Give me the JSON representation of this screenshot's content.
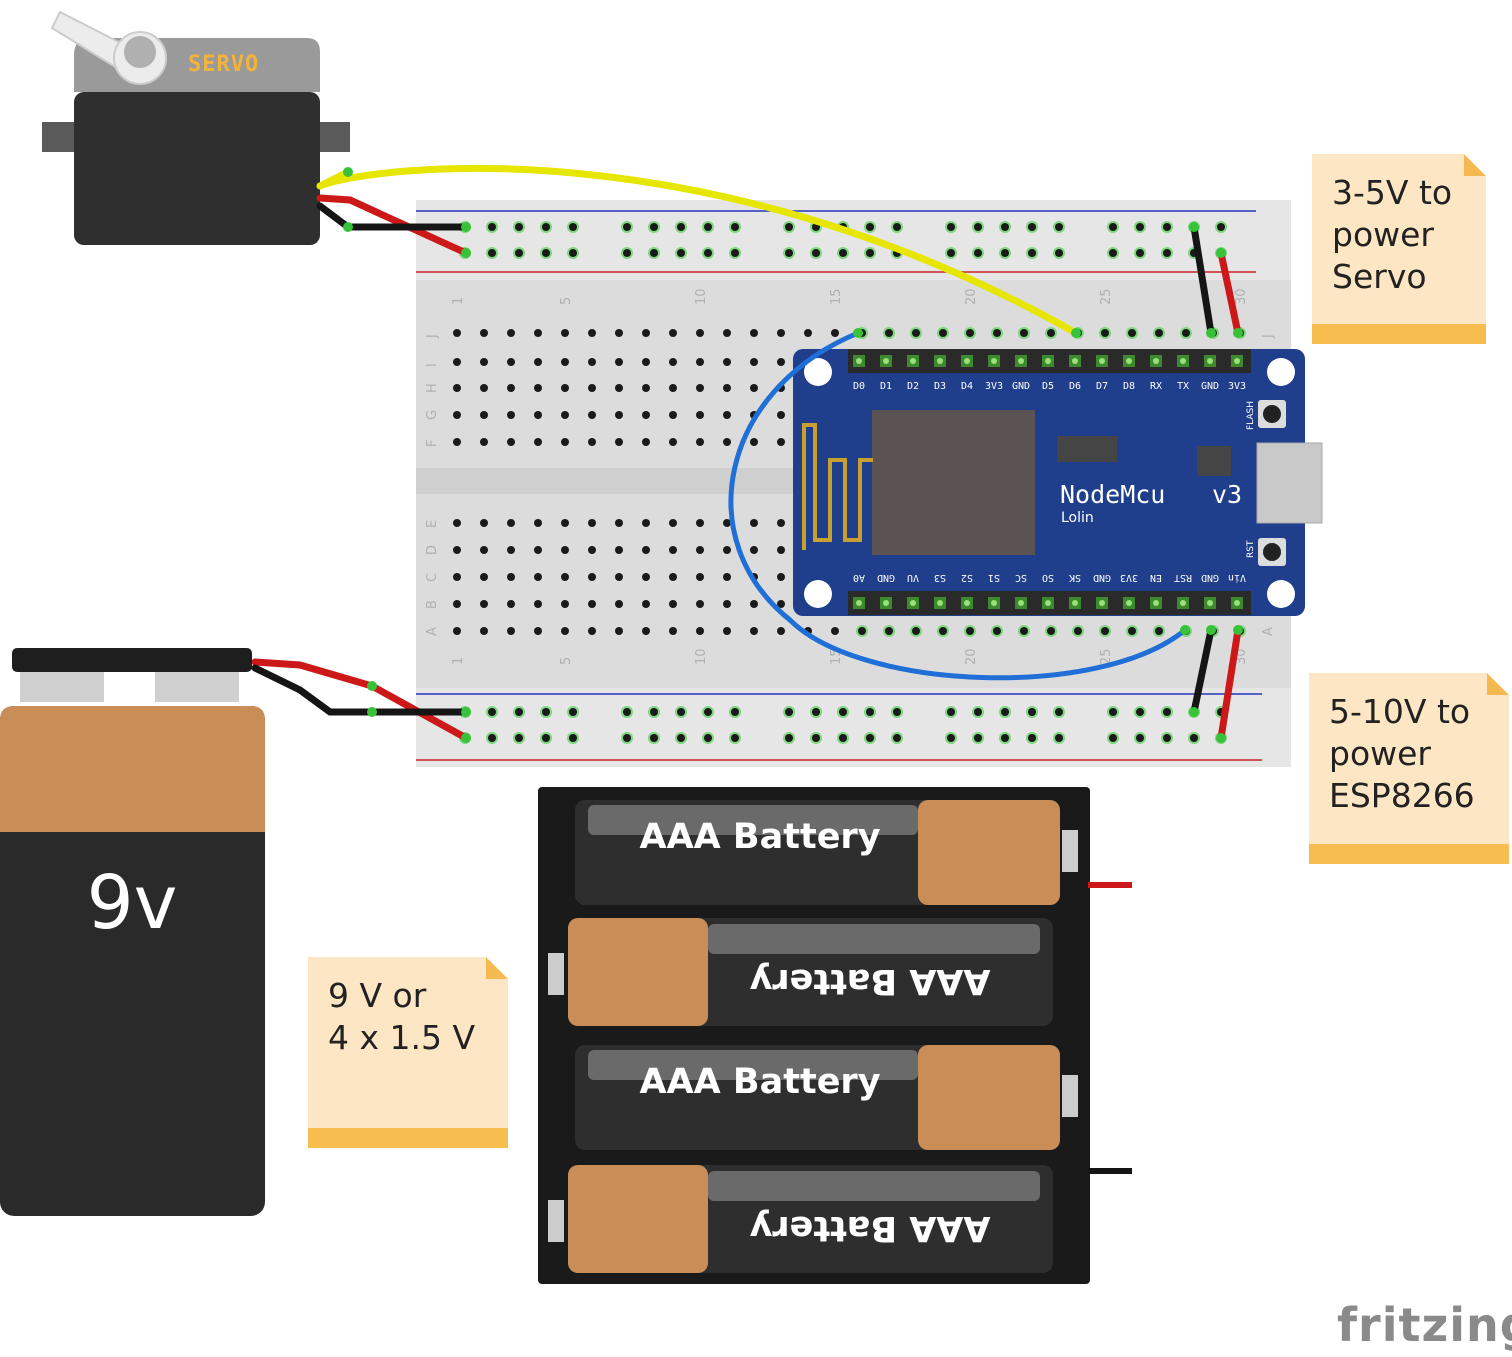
{
  "servo": {
    "label": "SERVO"
  },
  "nodemcu": {
    "name": "NodeMcu",
    "version": "v3",
    "maker": "Lolin",
    "top_pins": [
      "D0",
      "D1",
      "D2",
      "D3",
      "D4",
      "3V3",
      "GND",
      "D5",
      "D6",
      "D7",
      "D8",
      "RX",
      "TX",
      "GND",
      "3V3"
    ],
    "bottom_pins": [
      "A0",
      "GND",
      "VU",
      "S3",
      "S2",
      "S1",
      "SC",
      "SO",
      "SK",
      "GND",
      "3V3",
      "EN",
      "RST",
      "GND",
      "Vin"
    ],
    "flash_label": "FLASH",
    "rst_label": "RST"
  },
  "breadboard": {
    "column_numbers": [
      "1",
      "5",
      "10",
      "15",
      "20",
      "25",
      "30"
    ],
    "top_row_letters": [
      "J",
      "I",
      "H",
      "G",
      "F"
    ],
    "bottom_row_letters": [
      "E",
      "D",
      "C",
      "B",
      "A"
    ]
  },
  "battery9v": {
    "label": "9v"
  },
  "aaa_pack": {
    "cell_label": "AAA Battery"
  },
  "notes": {
    "servo_power": "3-5V to\npower\nServo",
    "esp_power": "5-10V to\npower\nESP8266",
    "battery_choice": "9 V or\n4 x 1.5 V"
  },
  "brand": "fritzing"
}
